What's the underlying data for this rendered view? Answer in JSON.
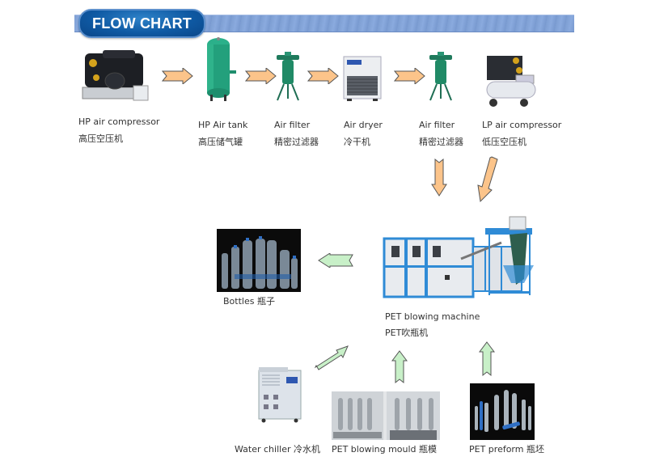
{
  "header": {
    "title": "FLOW CHART",
    "accent_color": "#0f5aa4",
    "banner_color": "#7e9fd3"
  },
  "arrow_colors": {
    "orange": "#fcc48a",
    "green": "#c8f0c8",
    "outline": "#555555"
  },
  "top_row": [
    {
      "id": "hp-air-compressor",
      "label_en": "HP air compressor",
      "label_cn": "高压空压机"
    },
    {
      "id": "hp-air-tank",
      "label_en": "HP Air tank",
      "label_cn": "高压储气罐"
    },
    {
      "id": "air-filter-1",
      "label_en": "Air filter",
      "label_cn": "精密过滤器"
    },
    {
      "id": "air-dryer",
      "label_en": "Air dryer",
      "label_cn": "冷干机"
    },
    {
      "id": "air-filter-2",
      "label_en": "Air filter",
      "label_cn": "精密过滤器"
    },
    {
      "id": "lp-air-compressor",
      "label_en": "LP air compressor",
      "label_cn": "低压空压机"
    }
  ],
  "middle": {
    "bottles": {
      "label": "Bottles 瓶子"
    },
    "machine": {
      "label_en": "PET blowing machine",
      "label_cn": "PET吹瓶机"
    }
  },
  "bottom_row": [
    {
      "id": "water-chiller",
      "label": "Water chiller  冷水机"
    },
    {
      "id": "pet-blowing-mould",
      "label": "PET blowing mould  瓶模"
    },
    {
      "id": "pet-preform",
      "label": "PET preform  瓶坯"
    }
  ]
}
